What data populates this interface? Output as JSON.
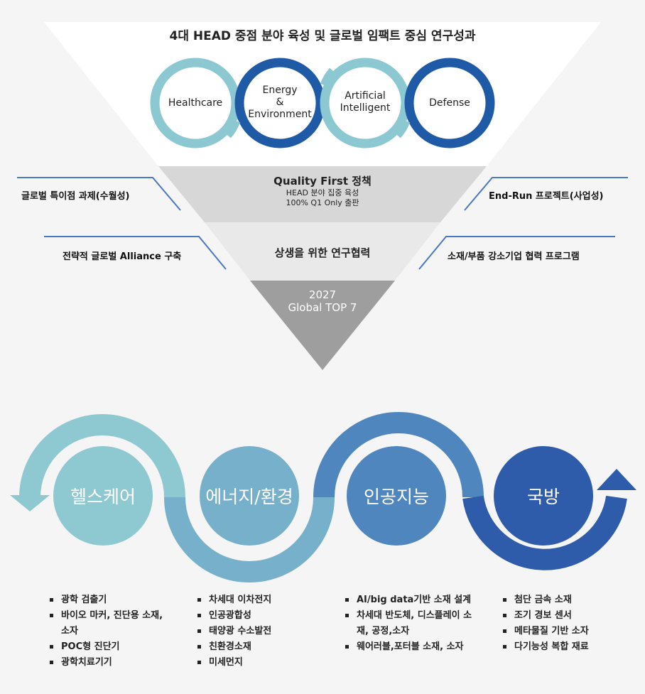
{
  "top": {
    "title": "4대 HEAD 중점 분야 육성 및 글로벌 임팩트 중심 연구성과",
    "rings": [
      {
        "lines": [
          "Healthcare"
        ],
        "color": "#8cc8d2"
      },
      {
        "lines": [
          "Energy",
          "&",
          "Environment"
        ],
        "color": "#1f5aa6"
      },
      {
        "lines": [
          "Artificial",
          "Intelligent"
        ],
        "color": "#8cc8d2"
      },
      {
        "lines": [
          "Defense"
        ],
        "color": "#1f5aa6"
      }
    ],
    "band1": {
      "title": "Quality First 정책",
      "sub1": "HEAD 분야 집중 육성",
      "sub2": "100% Q1 Only 출판"
    },
    "band2": {
      "title": "상생을 위한 연구협력"
    },
    "band3": {
      "year": "2027",
      "title": "Global TOP 7"
    },
    "left": [
      "글로벌 특이점 과제(수월성)",
      "전략적 글로벌 Alliance 구축"
    ],
    "right": [
      "End-Run 프로젝트(사업성)",
      "소재/부품 강소기업 협력 프로그램"
    ],
    "colors": {
      "accent_line": "#4a78c4",
      "band_light": "#d7d7d7",
      "band_dark": "#9e9e9e"
    }
  },
  "bottom": {
    "circles": [
      {
        "label": "헬스케어",
        "color": "#8ec9d1"
      },
      {
        "label": "에너지/환경",
        "color": "#76b0cb"
      },
      {
        "label": "인공지능",
        "color": "#4f86bd"
      },
      {
        "label": "국방",
        "color": "#2e5cab"
      }
    ],
    "lists": [
      [
        "광학 검출기",
        "바이오 마커, 진단용 소재, 소자",
        "POC형 진단기",
        "광학치료기기"
      ],
      [
        "차세대 이차전지",
        "인공광합성",
        "태양광 수소발전",
        "친환경소재",
        "미세먼지"
      ],
      [
        "AI/big data기반 소재 설계",
        "차세대 반도체, 디스플레이 소재, 공정,소자",
        "웨어러블,포터블 소재, 소자"
      ],
      [
        "첨단 금속 소재",
        "조기 경보 센서",
        "메타물질 기반 소자",
        "다기능성 복합 재료"
      ]
    ]
  }
}
